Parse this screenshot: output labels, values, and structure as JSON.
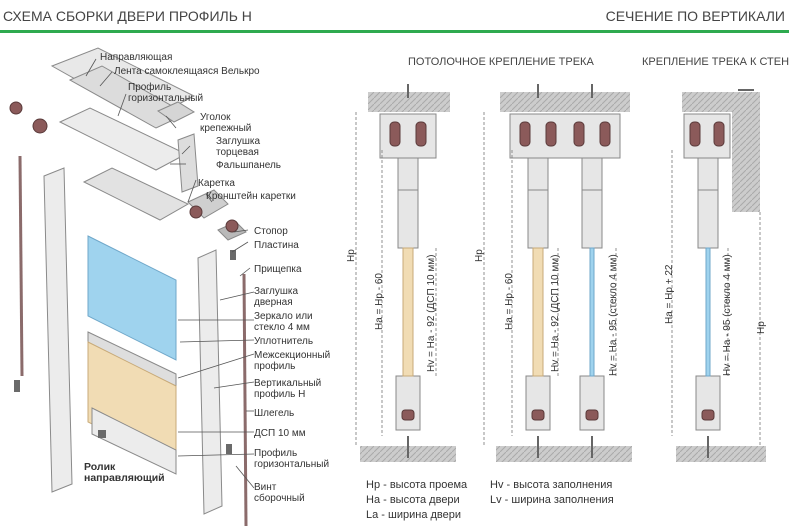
{
  "header": {
    "left_title": "СХЕМА СБОРКИ ДВЕРИ ПРОФИЛЬ Н",
    "right_title": "СЕЧЕНИЕ ПО ВЕРТИКАЛИ",
    "accent_color": "#2eaa4f"
  },
  "assembly_labels": [
    "Направляющая",
    "Лента самоклеящаяся Велькро",
    "Профиль горизонтальный",
    "Уголок крепежный",
    "Заглушка торцевая",
    "Фальшпанель",
    "Каретка",
    "Кронштейн каретки",
    "Стопор",
    "Пластина",
    "Прищепка",
    "Заглушка дверная",
    "Зеркало или стекло 4 мм",
    "Уплотнитель",
    "Межсекционный профиль",
    "Вертикальный профиль Н",
    "Шлегель",
    "ДСП 10 мм",
    "Профиль горизонтальный",
    "Винт сборочный"
  ],
  "roller_label": "Ролик направляющий",
  "sections": {
    "ceiling_title": "ПОТОЛОЧНОЕ КРЕПЛЕНИЕ ТРЕКА",
    "wall_title": "КРЕПЛЕНИЕ ТРЕКА К СТЕНЕ"
  },
  "dimensions": {
    "hp": "Hp",
    "ha_60": "Ha = Hp - 60",
    "hv_dsp": "Hv = Ha - 92 (ДСП 10 мм)",
    "hv_glass": "Hv = Ha - 95 (стекло 4 мм)",
    "ha_22": "Ha = Hp + 22"
  },
  "legend": {
    "hp": "Hp - высота проема",
    "ha": "Ha - высота двери",
    "la": "La - ширина двери",
    "hv": "Hv - высота заполнения",
    "lv": "Lv - ширина заполнения"
  },
  "colors": {
    "dsp": "#f1dcb4",
    "glass": "#9fd3ee",
    "ceiling": "#c8c8c8",
    "metal": "#d9d9d9",
    "roller": "#8b5a5a"
  }
}
